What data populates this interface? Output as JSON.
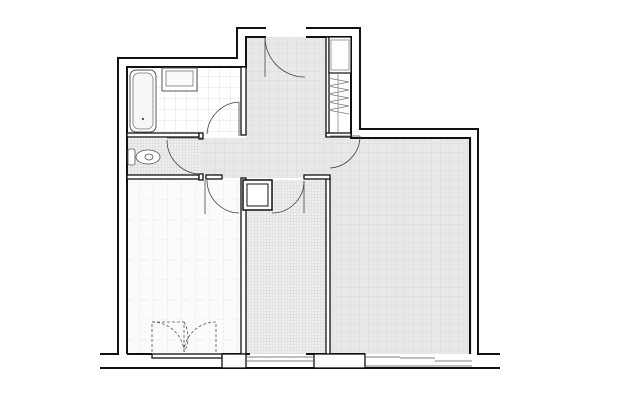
{
  "colors": {
    "background": "#ffffff",
    "wall": "#111111",
    "tile_floor": "#e6e6e6",
    "grid_line": "#c8c8c8",
    "white_tile": "#ffffff",
    "fixture_fill": "#f2f2f2"
  },
  "rooms": [
    {
      "id": "bathroom",
      "floor": "white-tile"
    },
    {
      "id": "wc",
      "floor": "fine-grid"
    },
    {
      "id": "hallway",
      "floor": "grey-tile"
    },
    {
      "id": "wardrobe",
      "floor": "none"
    },
    {
      "id": "bedroom",
      "floor": "planks"
    },
    {
      "id": "kitchen",
      "floor": "fine-grid"
    },
    {
      "id": "living-room",
      "floor": "grey-tile"
    }
  ]
}
